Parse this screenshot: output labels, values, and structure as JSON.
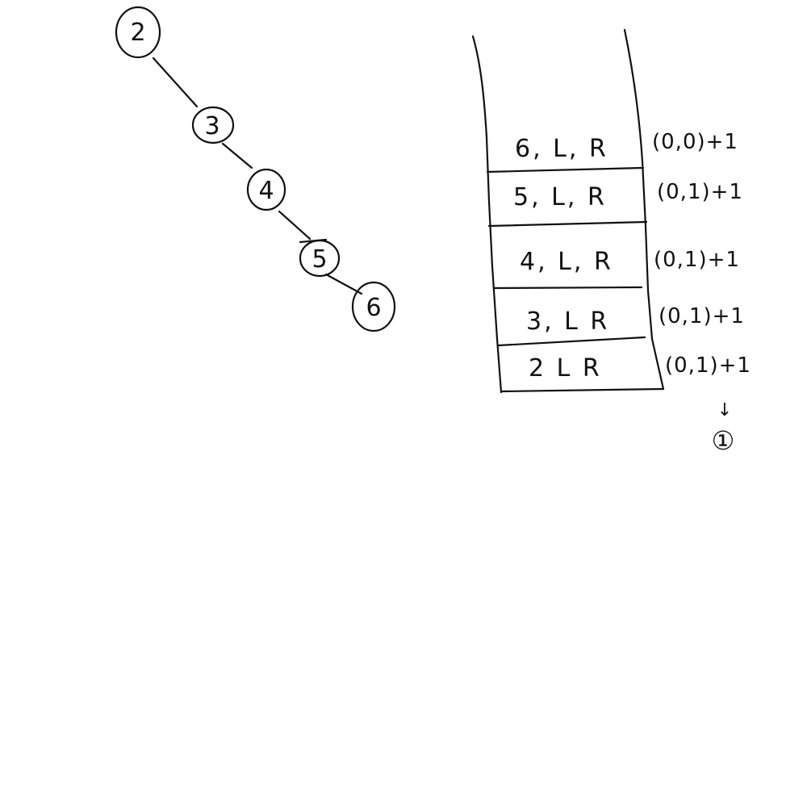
{
  "tree": {
    "nodes": [
      "2",
      "3",
      "4",
      "5",
      "6"
    ]
  },
  "stack": {
    "frames": [
      {
        "frame": "6, L, R",
        "ret": "(0,0)+1"
      },
      {
        "frame": "5, L, R",
        "ret": "(0,1)+1"
      },
      {
        "frame": "4, L, R",
        "ret": "(0,1)+1"
      },
      {
        "frame": "3, L R",
        "ret": "(0,1)+1"
      },
      {
        "frame": "2 L R",
        "ret": "(0,1)+1"
      }
    ],
    "result_arrow": "↓",
    "result": "①"
  }
}
